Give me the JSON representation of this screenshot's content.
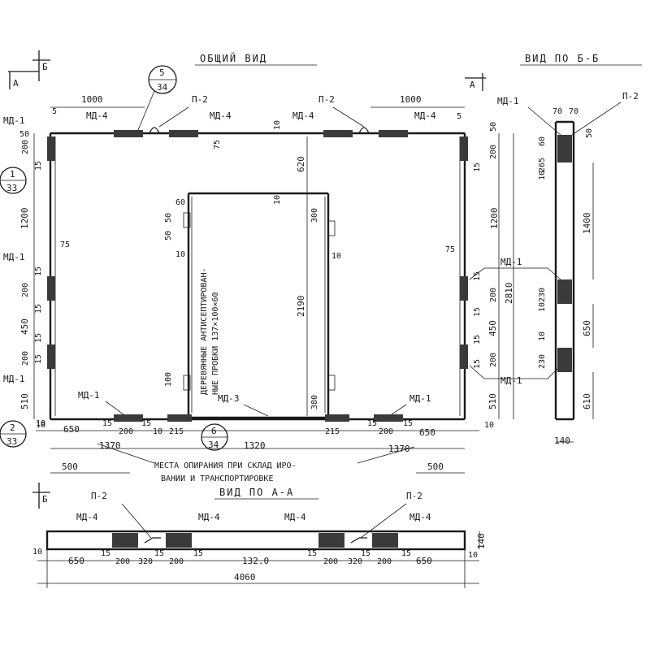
{
  "views": {
    "general": "ОБЩИЙ ВИД",
    "b_b": "ВИД ПО Б-Б",
    "a_a": "ВИД ПО А-А"
  },
  "section_marks": {
    "a": "А",
    "b": "Б"
  },
  "callouts": {
    "c5_34": {
      "top": "5",
      "bottom": "34"
    },
    "c1_33": {
      "top": "1",
      "bottom": "33"
    },
    "c2_33": {
      "top": "2",
      "bottom": "33"
    },
    "c6_34": {
      "top": "6",
      "bottom": "34"
    }
  },
  "parts": {
    "md1": "МД-1",
    "md3": "МД-3",
    "md4": "МД-4",
    "p2": "П-2"
  },
  "notes": {
    "plugs_line1": "ДЕРЕВЯННЫЕ АНТИСЕПТИРОВАН-",
    "plugs_line2": "НЫЕ ПРОБКИ 137×100×60",
    "support_line1": "МЕСТА ОПИРАНИЯ ПРИ СКЛАД ИРО-",
    "support_line2": "ВАНИИ И ТРАНСПОРТИРОВКЕ"
  },
  "dims": {
    "d1000": "1000",
    "d5": "5",
    "d50": "50",
    "d200": "200",
    "d15": "15",
    "d10": "10",
    "d75": "75",
    "d620": "620",
    "d1200": "1200",
    "d450": "450",
    "d510": "510",
    "d650": "650",
    "d1370": "1370",
    "d1320": "1320",
    "d500": "500",
    "d215": "215",
    "d60": "60",
    "d300": "300",
    "d2190": "2190",
    "d380": "380",
    "d100": "100",
    "d2810": "2810",
    "d230": "230",
    "d265": "265",
    "d1400": "1400",
    "d610": "610",
    "d140": "140",
    "d70": "70",
    "d320": "320",
    "d4060": "4060",
    "d1320dot": "132.0"
  }
}
